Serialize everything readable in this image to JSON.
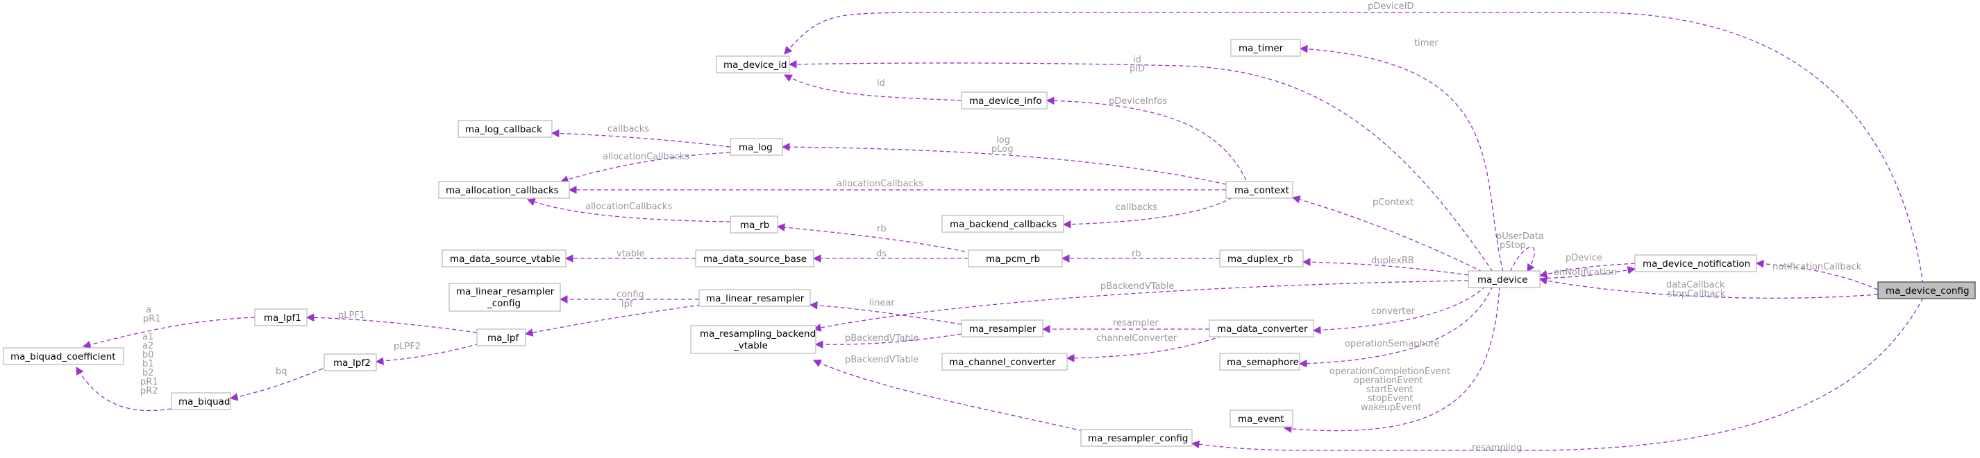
{
  "colors": {
    "edge": "#9a32cd",
    "node_border": "#b8b8b8",
    "focus_fill": "#bfbfbf",
    "label": "#9a9a9a"
  },
  "nodes": {
    "device_config": "ma_device_config",
    "device_notification": "ma_device_notification",
    "device": "ma_device",
    "timer": "ma_timer",
    "device_id": "ma_device_id",
    "device_info": "ma_device_info",
    "log_callback": "ma_log_callback",
    "log": "ma_log",
    "allocation_callbacks": "ma_allocation_callbacks",
    "context": "ma_context",
    "rb": "ma_rb",
    "backend_callbacks": "ma_backend_callbacks",
    "data_source_vtable": "ma_data_source_vtable",
    "data_source_base": "ma_data_source_base",
    "pcm_rb": "ma_pcm_rb",
    "duplex_rb": "ma_duplex_rb",
    "linear_resampler_config_1": "ma_linear_resampler",
    "linear_resampler_config_2": "_config",
    "linear_resampler": "ma_linear_resampler",
    "lpf1": "ma_lpf1",
    "lpf": "ma_lpf",
    "biquad_coefficient": "ma_biquad_coefficient",
    "lpf2": "ma_lpf2",
    "biquad": "ma_biquad",
    "resampling_backend_vtable_1": "ma_resampling_backend",
    "resampling_backend_vtable_2": "_vtable",
    "resampler": "ma_resampler",
    "data_converter": "ma_data_converter",
    "channel_converter": "ma_channel_converter",
    "semaphore": "ma_semaphore",
    "event": "ma_event",
    "resampler_config": "ma_resampler_config"
  },
  "edge_labels": {
    "pDeviceID": "pDeviceID",
    "notificationCallback": "notificationCallback",
    "dataCallback": "dataCallback",
    "stopCallback": "stopCallback",
    "resampling": "resampling",
    "pDevice": "pDevice",
    "onNotification": "onNotification",
    "timer": "timer",
    "id": "id",
    "pID": "pID",
    "id2": "id",
    "pDeviceInfos": "pDeviceInfos",
    "callbacks": "callbacks",
    "allocationCallbacks1": "allocationCallbacks",
    "log": "log",
    "pLog": "pLog",
    "allocationCallbacks2": "allocationCallbacks",
    "pContext": "pContext",
    "callbacks2": "callbacks",
    "allocationCallbacks3": "allocationCallbacks",
    "pUserData": "pUserData",
    "pStop": "pStop",
    "rb1": "rb",
    "vtable": "vtable",
    "ds": "ds",
    "rb2": "rb",
    "duplexRB": "duplexRB",
    "pBackendVTable1": "pBackendVTable",
    "config": "config",
    "lpf": "lpf",
    "linear": "linear",
    "pLPF1": "pLPF1",
    "coef": "a\npR1",
    "coef2": "a1\na2\nb0\nb1\nb2\npR1\npR2",
    "pLPF2": "pLPF2",
    "bq": "bq",
    "resampler": "resampler",
    "converter": "converter",
    "pBackendVTable2": "pBackendVTable",
    "channelConverter": "channelConverter",
    "operationSemaphore": "operationSemaphore",
    "pBackendVTable3": "pBackendVTable",
    "events": "operationCompletionEvent\noperationEvent\nstartEvent\nstopEvent\nwakeupEvent"
  }
}
